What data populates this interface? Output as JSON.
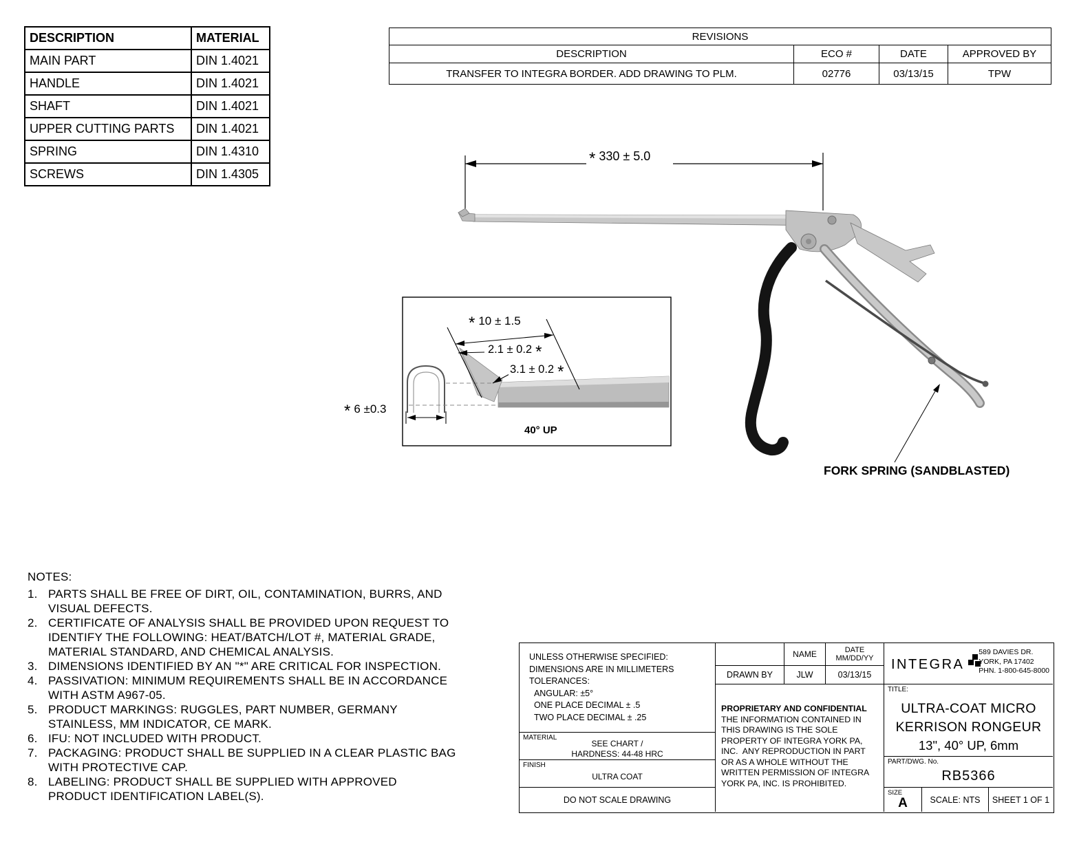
{
  "materials_table": {
    "headers": [
      "DESCRIPTION",
      "MATERIAL"
    ],
    "rows": [
      {
        "description": "MAIN PART",
        "material": "DIN 1.4021"
      },
      {
        "description": "HANDLE",
        "material": "DIN 1.4021"
      },
      {
        "description": "SHAFT",
        "material": "DIN 1.4021"
      },
      {
        "description": "UPPER CUTTING PARTS",
        "material": "DIN 1.4021"
      },
      {
        "description": "SPRING",
        "material": "DIN 1.4310"
      },
      {
        "description": "SCREWS",
        "material": "DIN 1.4305"
      }
    ]
  },
  "revisions_table": {
    "title": "REVISIONS",
    "headers": [
      "DESCRIPTION",
      "ECO #",
      "DATE",
      "APPROVED BY"
    ],
    "rows": [
      {
        "description": "TRANSFER TO INTEGRA BORDER. ADD DRAWING TO PLM.",
        "eco": "02776",
        "date": "03/13/15",
        "approved_by": "TPW"
      }
    ]
  },
  "drawing": {
    "star": "*",
    "overall_length": "330 ± 5.0",
    "detail": {
      "tip_length": "10 ± 1.5",
      "opening": "2.1 ± 0.2",
      "tip_height": "3.1 ± 0.2",
      "bite_width": "6 ±0.3",
      "angle_label": "40° UP"
    },
    "fork_spring_label": "FORK SPRING (SANDBLASTED)"
  },
  "notes": {
    "title": "NOTES:",
    "items": [
      {
        "num": "1.",
        "text": "PARTS SHALL BE FREE OF DIRT, OIL, CONTAMINATION, BURRS, AND VISUAL DEFECTS."
      },
      {
        "num": "2.",
        "text": "CERTIFICATE OF ANALYSIS SHALL BE PROVIDED UPON REQUEST TO IDENTIFY THE FOLLOWING: HEAT/BATCH/LOT #, MATERIAL GRADE, MATERIAL STANDARD, AND CHEMICAL ANALYSIS."
      },
      {
        "num": "3.",
        "text": "DIMENSIONS IDENTIFIED BY AN \"*\" ARE CRITICAL FOR INSPECTION."
      },
      {
        "num": "4.",
        "text": "PASSIVATION: MINIMUM REQUIREMENTS SHALL BE IN ACCORDANCE WITH ASTM A967-05."
      },
      {
        "num": "5.",
        "text": "PRODUCT MARKINGS: RUGGLES, PART NUMBER, GERMANY STAINLESS, MM INDICATOR, CE MARK."
      },
      {
        "num": "6.",
        "text": "IFU: NOT INCLUDED WITH PRODUCT."
      },
      {
        "num": "7.",
        "text": "PACKAGING: PRODUCT SHALL BE SUPPLIED IN A CLEAR PLASTIC BAG WITH PROTECTIVE CAP."
      },
      {
        "num": "8.",
        "text": "LABELING: PRODUCT SHALL BE SUPPLIED WITH APPROVED PRODUCT IDENTIFICATION LABEL(S)."
      }
    ]
  },
  "title_block": {
    "tolerances": "UNLESS OTHERWISE SPECIFIED:\nDIMENSIONS ARE IN MILLIMETERS\nTOLERANCES:\n  ANGULAR: ±5°\n  ONE PLACE DECIMAL ± .5\n  TWO PLACE DECIMAL ± .25",
    "name_header": "NAME",
    "date_header": "DATE\nMM/DD/YY",
    "drawn_by_label": "DRAWN BY",
    "drawn_by_name": "JLW",
    "drawn_by_date": "03/13/15",
    "proprietary_title": "PROPRIETARY AND CONFIDENTIAL",
    "proprietary_text": "THE INFORMATION CONTAINED IN\nTHIS DRAWING IS THE SOLE\nPROPERTY OF INTEGRA YORK PA,\nINC.  ANY REPRODUCTION IN PART\nOR AS A WHOLE WITHOUT THE\nWRITTEN PERMISSION OF INTEGRA\nYORK PA, INC. IS PROHIBITED.",
    "material_label": "MATERIAL",
    "material_value": "SEE CHART /\nHARDNESS: 44-48 HRC",
    "finish_label": "FINISH",
    "finish_value": "ULTRA COAT",
    "do_not_scale": "DO NOT SCALE DRAWING",
    "company": "INTEGRA",
    "address": "589 DAVIES DR.\nYORK, PA 17402\nPHN. 1-800-645-8000",
    "title_label": "TITLE:",
    "title_line1": "ULTRA-COAT MICRO",
    "title_line2": "KERRISON RONGEUR",
    "title_line3": "13\", 40° UP, 6mm",
    "part_label": "PART/DWG. No.",
    "part_number": "RB5366",
    "size_label": "SIZE",
    "size_value": "A",
    "scale": "SCALE: NTS",
    "sheet": "SHEET 1 OF 1"
  }
}
